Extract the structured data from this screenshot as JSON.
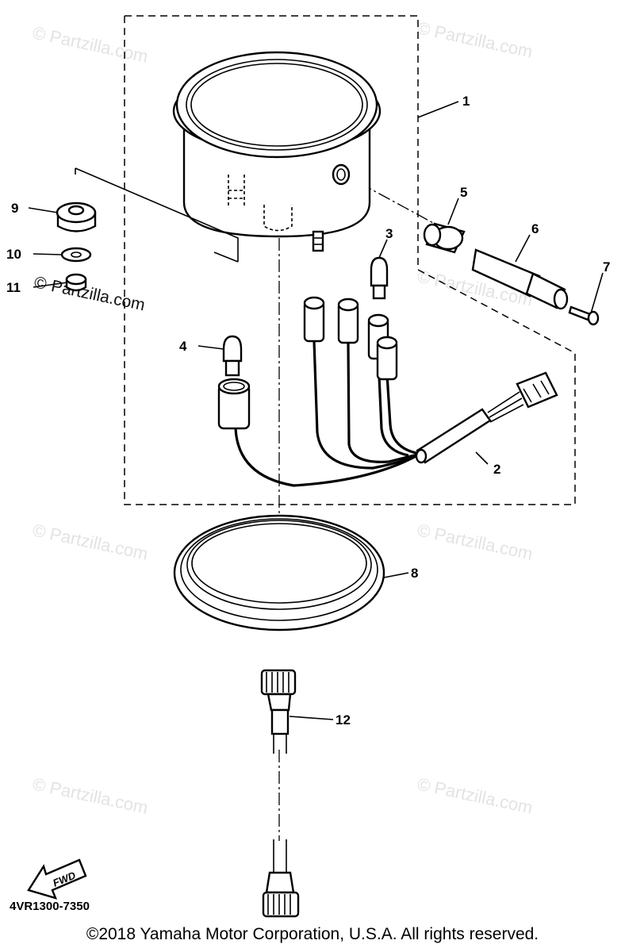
{
  "watermark": {
    "text": "Partzilla.com",
    "symbol": "©"
  },
  "callouts": {
    "c1": "1",
    "c2": "2",
    "c3": "3",
    "c4": "4",
    "c5": "5",
    "c6": "6",
    "c7": "7",
    "c8": "8",
    "c9": "9",
    "c10": "10",
    "c11": "11",
    "c12": "12"
  },
  "fwd_label": "FWD",
  "diagram_code": "4VR1300-7350",
  "copyright": "©2018 Yamaha Motor Corporation, U.S.A. All rights reserved."
}
